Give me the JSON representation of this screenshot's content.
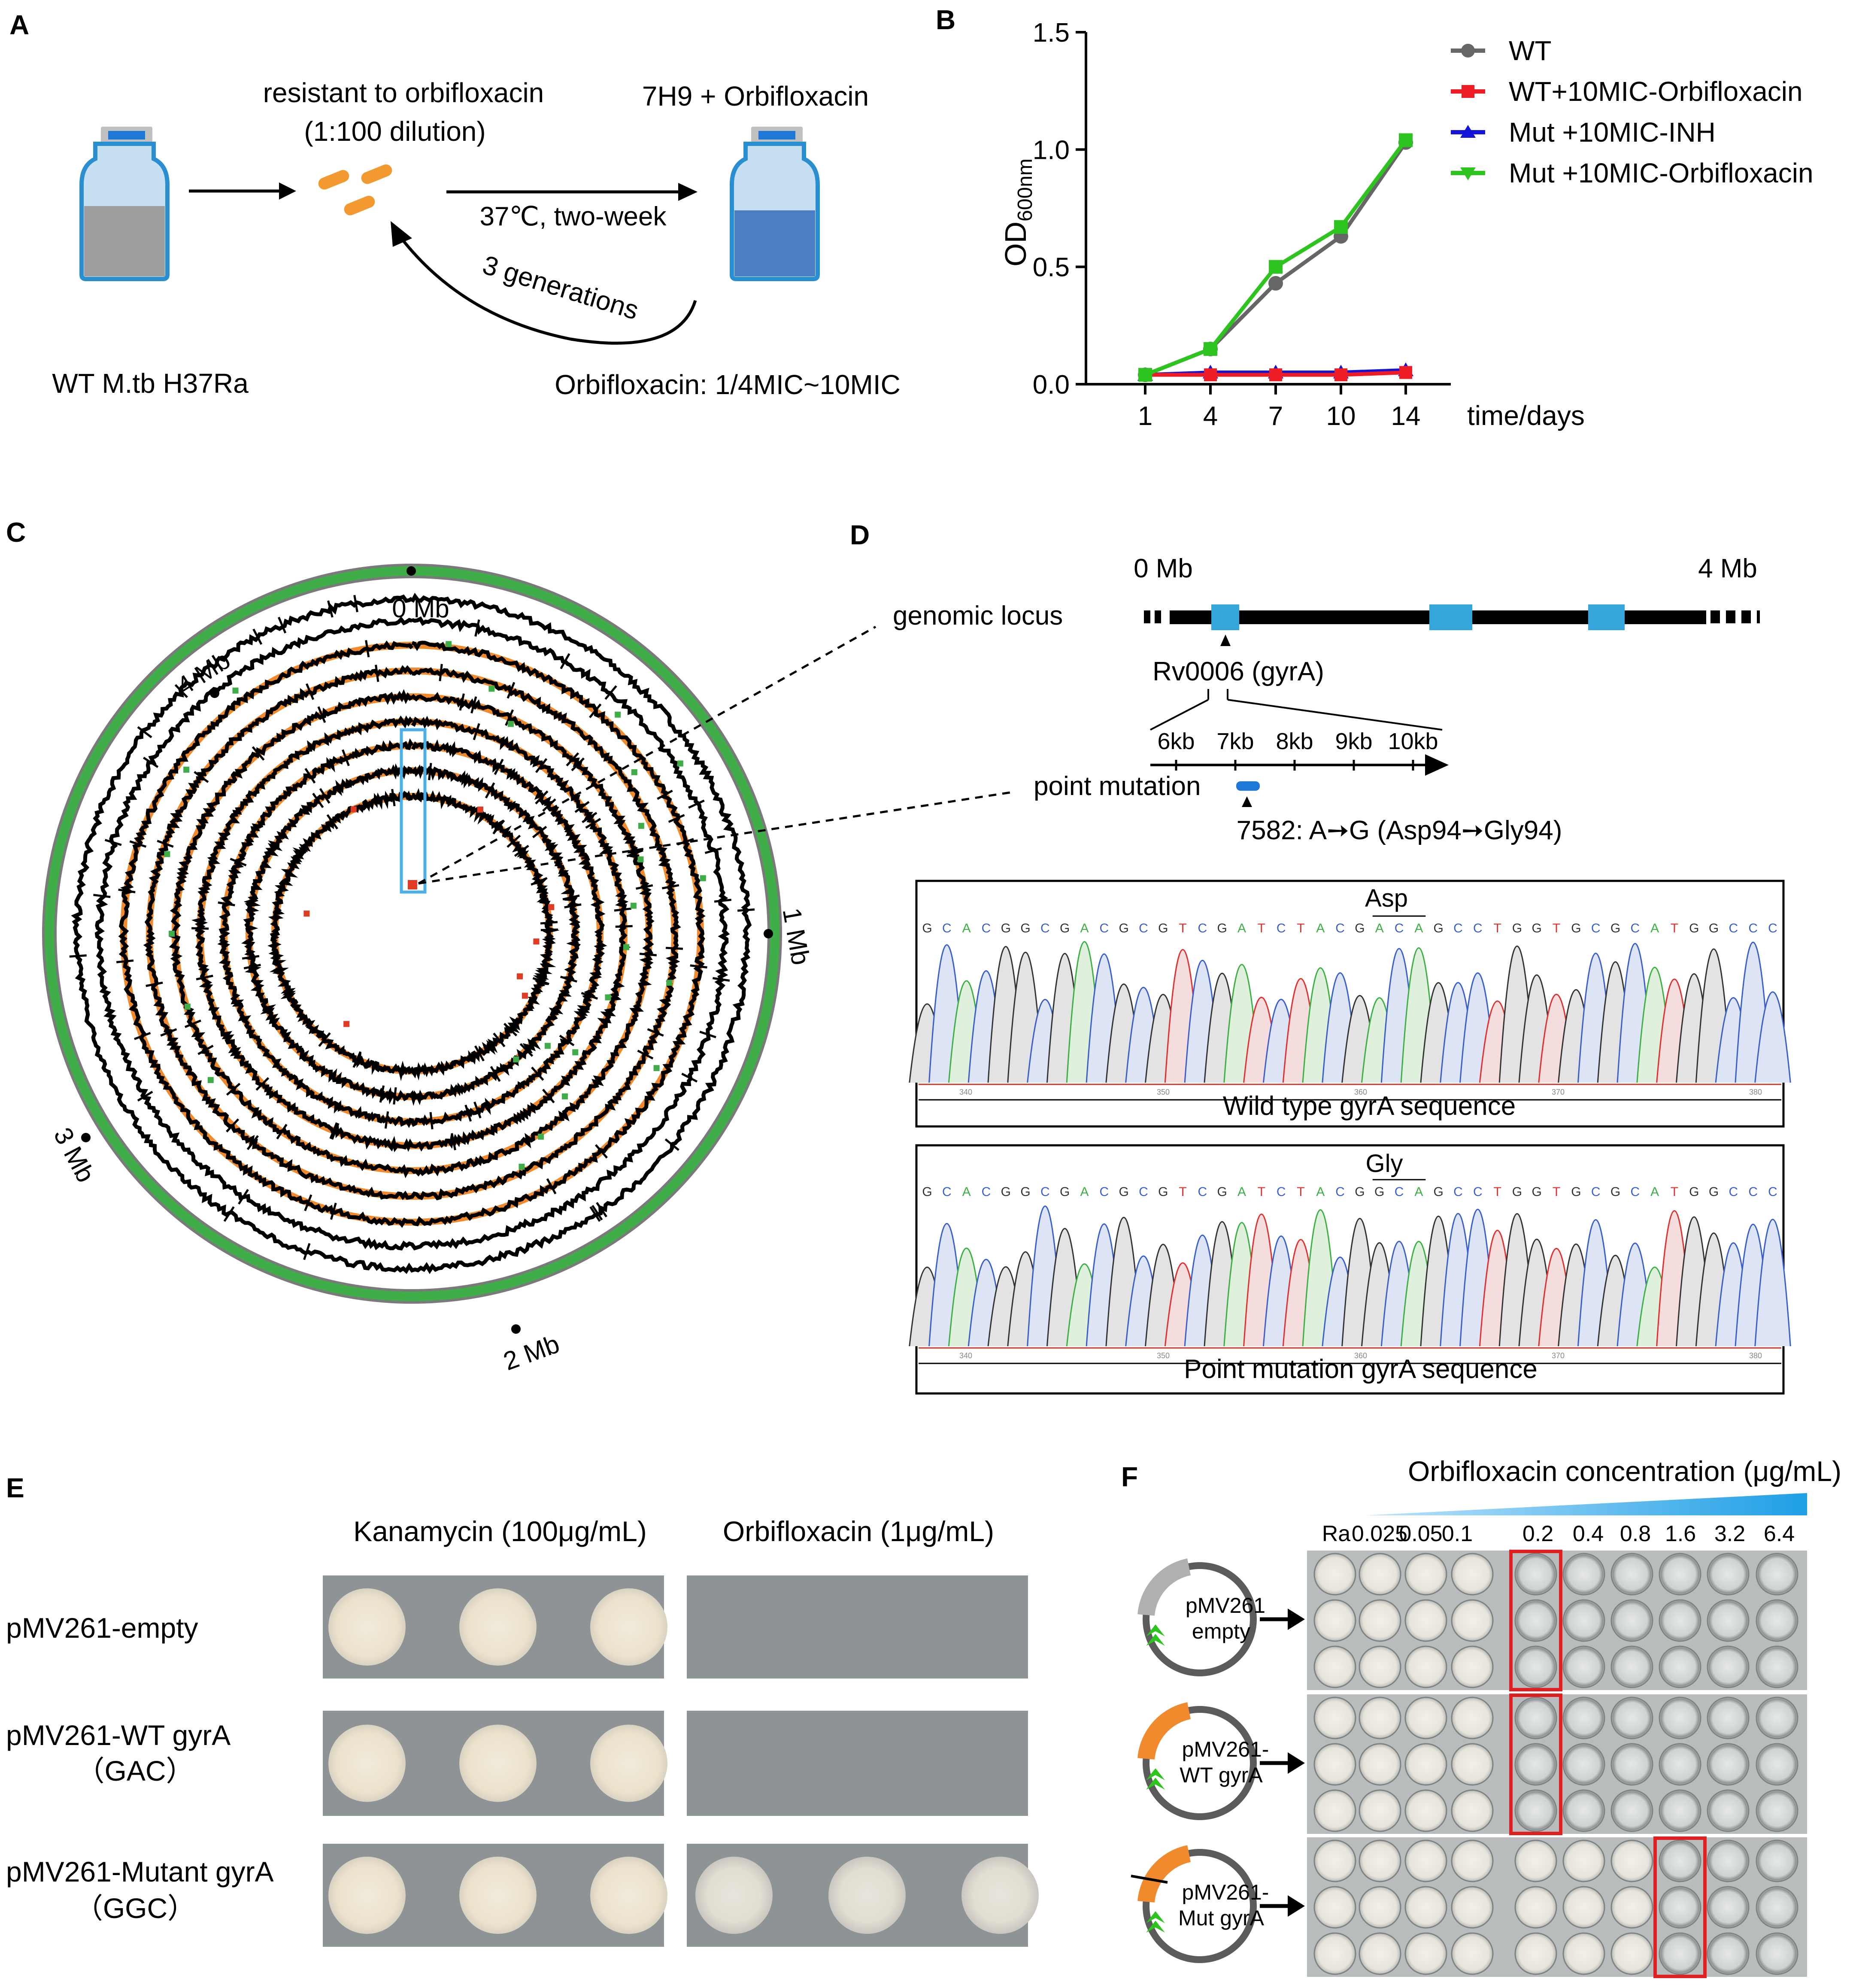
{
  "panels": {
    "a": "A",
    "b": "B",
    "c": "C",
    "d": "D",
    "e": "E",
    "f": "F"
  },
  "panel_a": {
    "resistant_title": "resistant to orbifloxacin",
    "dilution": "(1:100 dilution)",
    "medium": "7H9 + Orbifloxacin",
    "conditions": "37℃, two-week",
    "generations": "3 generations",
    "strain": "WT M.tb H37Ra",
    "orbifloxacin_range": "Orbifloxacin: 1/4MIC~10MIC",
    "colors": {
      "bottle_outline": "#2a8fd0",
      "bottle_fill": "#c7dff3",
      "cap": "#c0c0c0",
      "cap_stripe": "#1e78d8",
      "wt_culture": "#9e9e9e",
      "orbi_culture": "#4a7fc4",
      "bacteria": "#f29a30"
    }
  },
  "chart_data": {
    "type": "line",
    "title": "",
    "xlabel": "time/days",
    "ylabel_main": "OD",
    "ylabel_sub": "600nm",
    "x": [
      1,
      4,
      7,
      10,
      14
    ],
    "xlim": [
      0,
      16
    ],
    "ylim": [
      0,
      1.5
    ],
    "yticks": [
      "0.0",
      "0.5",
      "1.0",
      "1.5"
    ],
    "ytick_values": [
      0,
      0.5,
      1.0,
      1.5
    ],
    "xtick_labels": [
      "1",
      "4",
      "7",
      "10",
      "14"
    ],
    "legend_position": "top-right",
    "series": [
      {
        "name": "WT",
        "color": "#666666",
        "marker": "circle",
        "values": [
          0.04,
          0.15,
          0.43,
          0.63,
          1.03
        ]
      },
      {
        "name": "WT+10MIC-Orbifloxacin",
        "color": "#ee1c25",
        "marker": "square",
        "values": [
          0.04,
          0.04,
          0.04,
          0.04,
          0.05
        ]
      },
      {
        "name": "Mut +10MIC-INH",
        "color": "#1414d8",
        "marker": "triangle",
        "values": [
          0.04,
          0.05,
          0.05,
          0.05,
          0.06
        ]
      },
      {
        "name": "Mut +10MIC-Orbifloxacin",
        "color": "#2ec41f",
        "marker": "triangle-down",
        "values": [
          0.04,
          0.15,
          0.5,
          0.67,
          1.04
        ]
      }
    ]
  },
  "panel_c": {
    "labels": [
      "0 Mb",
      "1 Mb",
      "2 Mb",
      "3 Mb",
      "4 Mb"
    ],
    "colors": {
      "outer_ring": "#3fae49",
      "coverage": "#000000",
      "smooth": "#f08a2c",
      "variant_green": "#3fae49",
      "variant_red": "#e03b24",
      "highlight_box": "#4ab0e8"
    }
  },
  "panel_d": {
    "start_label": "0 Mb",
    "end_label": "4 Mb",
    "locus_label": "genomic locus",
    "gene_label": "Rv0006 (gyrA)",
    "scale_ticks": [
      "6kb",
      "7kb",
      "8kb",
      "9kb",
      "10kb"
    ],
    "mutation_label": "point mutation",
    "mutation_detail": "7582: A➙G (Asp94➙Gly94)",
    "wt_box": {
      "codon_name": "Asp",
      "sequence": "GCACGGCGACGCGTCGATCTACGACAGCCTGGTGCGCATGGCCC",
      "positions": [
        "340",
        "350",
        "360",
        "370",
        "380"
      ],
      "caption": "Wild type gyrA sequence"
    },
    "mut_box": {
      "codon_name": "Gly",
      "sequence": "GCACGGCGACGCGTCGATCTACGGCAGCCTGGTGCGCATGGCCC",
      "positions": [
        "340",
        "350",
        "360",
        "370",
        "380"
      ],
      "caption": "Point mutation gyrA sequence"
    },
    "base_colors": {
      "A": "#3cb043",
      "C": "#3a5fcd",
      "G": "#333333",
      "T": "#e03030"
    }
  },
  "panel_e": {
    "col_headers": [
      "Kanamycin (100μg/mL)",
      "Orbifloxacin (1μg/mL)"
    ],
    "rows": [
      {
        "line1": "pMV261-empty",
        "line2": "",
        "kanamycin_colonies": 3,
        "orbifloxacin_colonies": 0
      },
      {
        "line1": "pMV261-WT gyrA",
        "line2": "（GAC）",
        "kanamycin_colonies": 3,
        "orbifloxacin_colonies": 0
      },
      {
        "line1": "pMV261-Mutant gyrA",
        "line2": "（GGC）",
        "kanamycin_colonies": 3,
        "orbifloxacin_colonies": 3
      }
    ]
  },
  "panel_f": {
    "title": "Orbifloxacin concentration (μg/mL)",
    "concentrations": [
      "Ra",
      "0.025",
      "0.05",
      "0.1",
      "0.2",
      "0.4",
      "0.8",
      "1.6",
      "3.2",
      "6.4"
    ],
    "plasmids": [
      {
        "line1": "pMV261",
        "line2": "empty",
        "insert_color": "#b0b0b0",
        "mic_column": 4
      },
      {
        "line1": "pMV261-",
        "line2": "WT gyrA",
        "insert_color": "#f08a2c",
        "mic_column": 4
      },
      {
        "line1": "pMV261-",
        "line2": "Mut gyrA",
        "insert_color": "#f08a2c",
        "mic_column": 7
      }
    ],
    "colors": {
      "gradient": "#29a6e8",
      "mic_box": "#e02020",
      "promoter": "#2ec41f"
    }
  }
}
